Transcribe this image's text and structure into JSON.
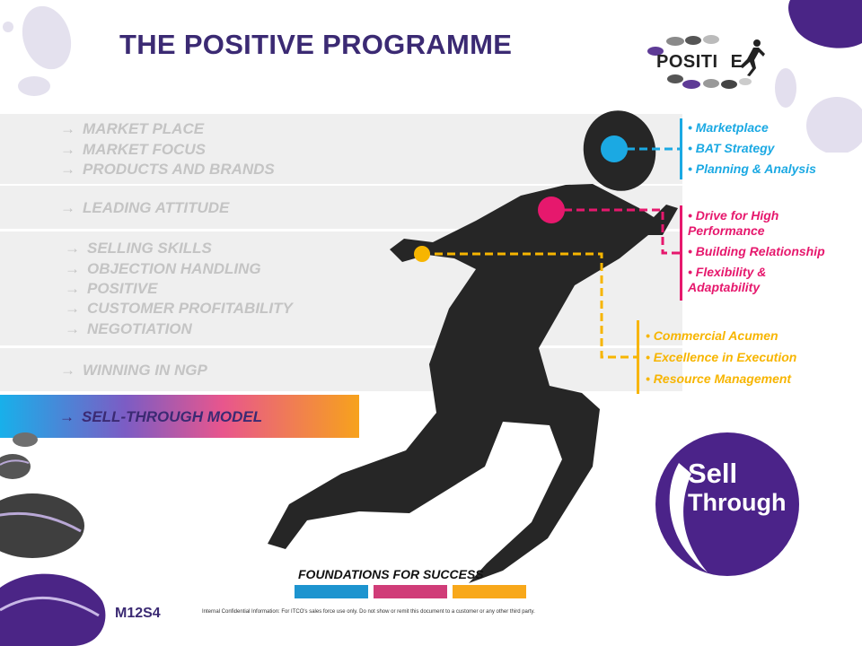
{
  "title": "THE POSITIVE PROGRAMME",
  "logo": {
    "text": "POSITI",
    "tail": "E"
  },
  "bands": [
    {
      "items": [
        "MARKET PLACE",
        "MARKET FOCUS",
        "PRODUCTS AND BRANDS"
      ]
    },
    {
      "items": [
        "LEADING ATTITUDE"
      ]
    },
    {
      "items": [
        "SELLING SKILLS",
        "OBJECTION HANDLING",
        "POSITIVE",
        "CUSTOMER PROFITABILITY",
        "NEGOTIATION"
      ]
    },
    {
      "items": [
        "WINNING IN NGP"
      ]
    }
  ],
  "arrow_glyph": "→",
  "highlight_band": {
    "label": "SELL-THROUGH MODEL"
  },
  "competencies": {
    "head": [
      "Marketplace",
      "BAT Strategy",
      "Planning & Analysis"
    ],
    "heart": [
      "Drive for High Performance",
      "Building Relationship",
      "Flexibility & Adaptability"
    ],
    "hand": [
      "Commercial  Acumen",
      "Excellence  in  Execution",
      "Resource  Management"
    ]
  },
  "badge": {
    "line1": "Sell",
    "line2": "Through"
  },
  "foundations_label": "FOUNDATIONS  FOR  SUCCESS",
  "slide_code": "M12S4",
  "footer_note": "Internal Confidential Information: For ITCO's sales force use only.  Do not show or remit this document to a customer or any other third party.",
  "colors": {
    "title": "#3b2a73",
    "head": "#1ba9e3",
    "heart": "#e6186d",
    "hand": "#f7b500",
    "bar_blue": "#1d94cf",
    "bar_pink": "#d03c78",
    "bar_orange": "#f8a81a",
    "band_text": "#c4c4c4",
    "badge": "#4b2389"
  }
}
